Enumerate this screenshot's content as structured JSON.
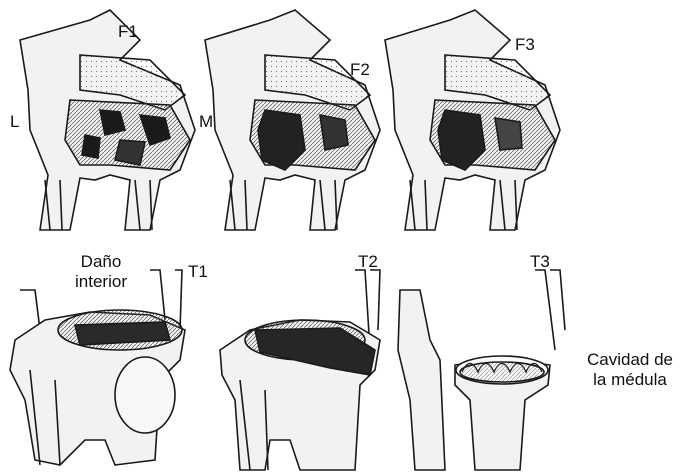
{
  "labels": {
    "f1": "F1",
    "f2": "F2",
    "f3": "F3",
    "l": "L",
    "m": "M",
    "t1": "T1",
    "t2": "T2",
    "t3": "T3",
    "dano_line1": "Daño",
    "dano_line2": "interior",
    "cavidad_line1": "Cavidad de",
    "cavidad_line2": "la médula"
  },
  "colors": {
    "ink": "#1a1a1a",
    "bone": "#f2f2f2",
    "shade": "#9a9a9a",
    "background": "#ffffff"
  }
}
